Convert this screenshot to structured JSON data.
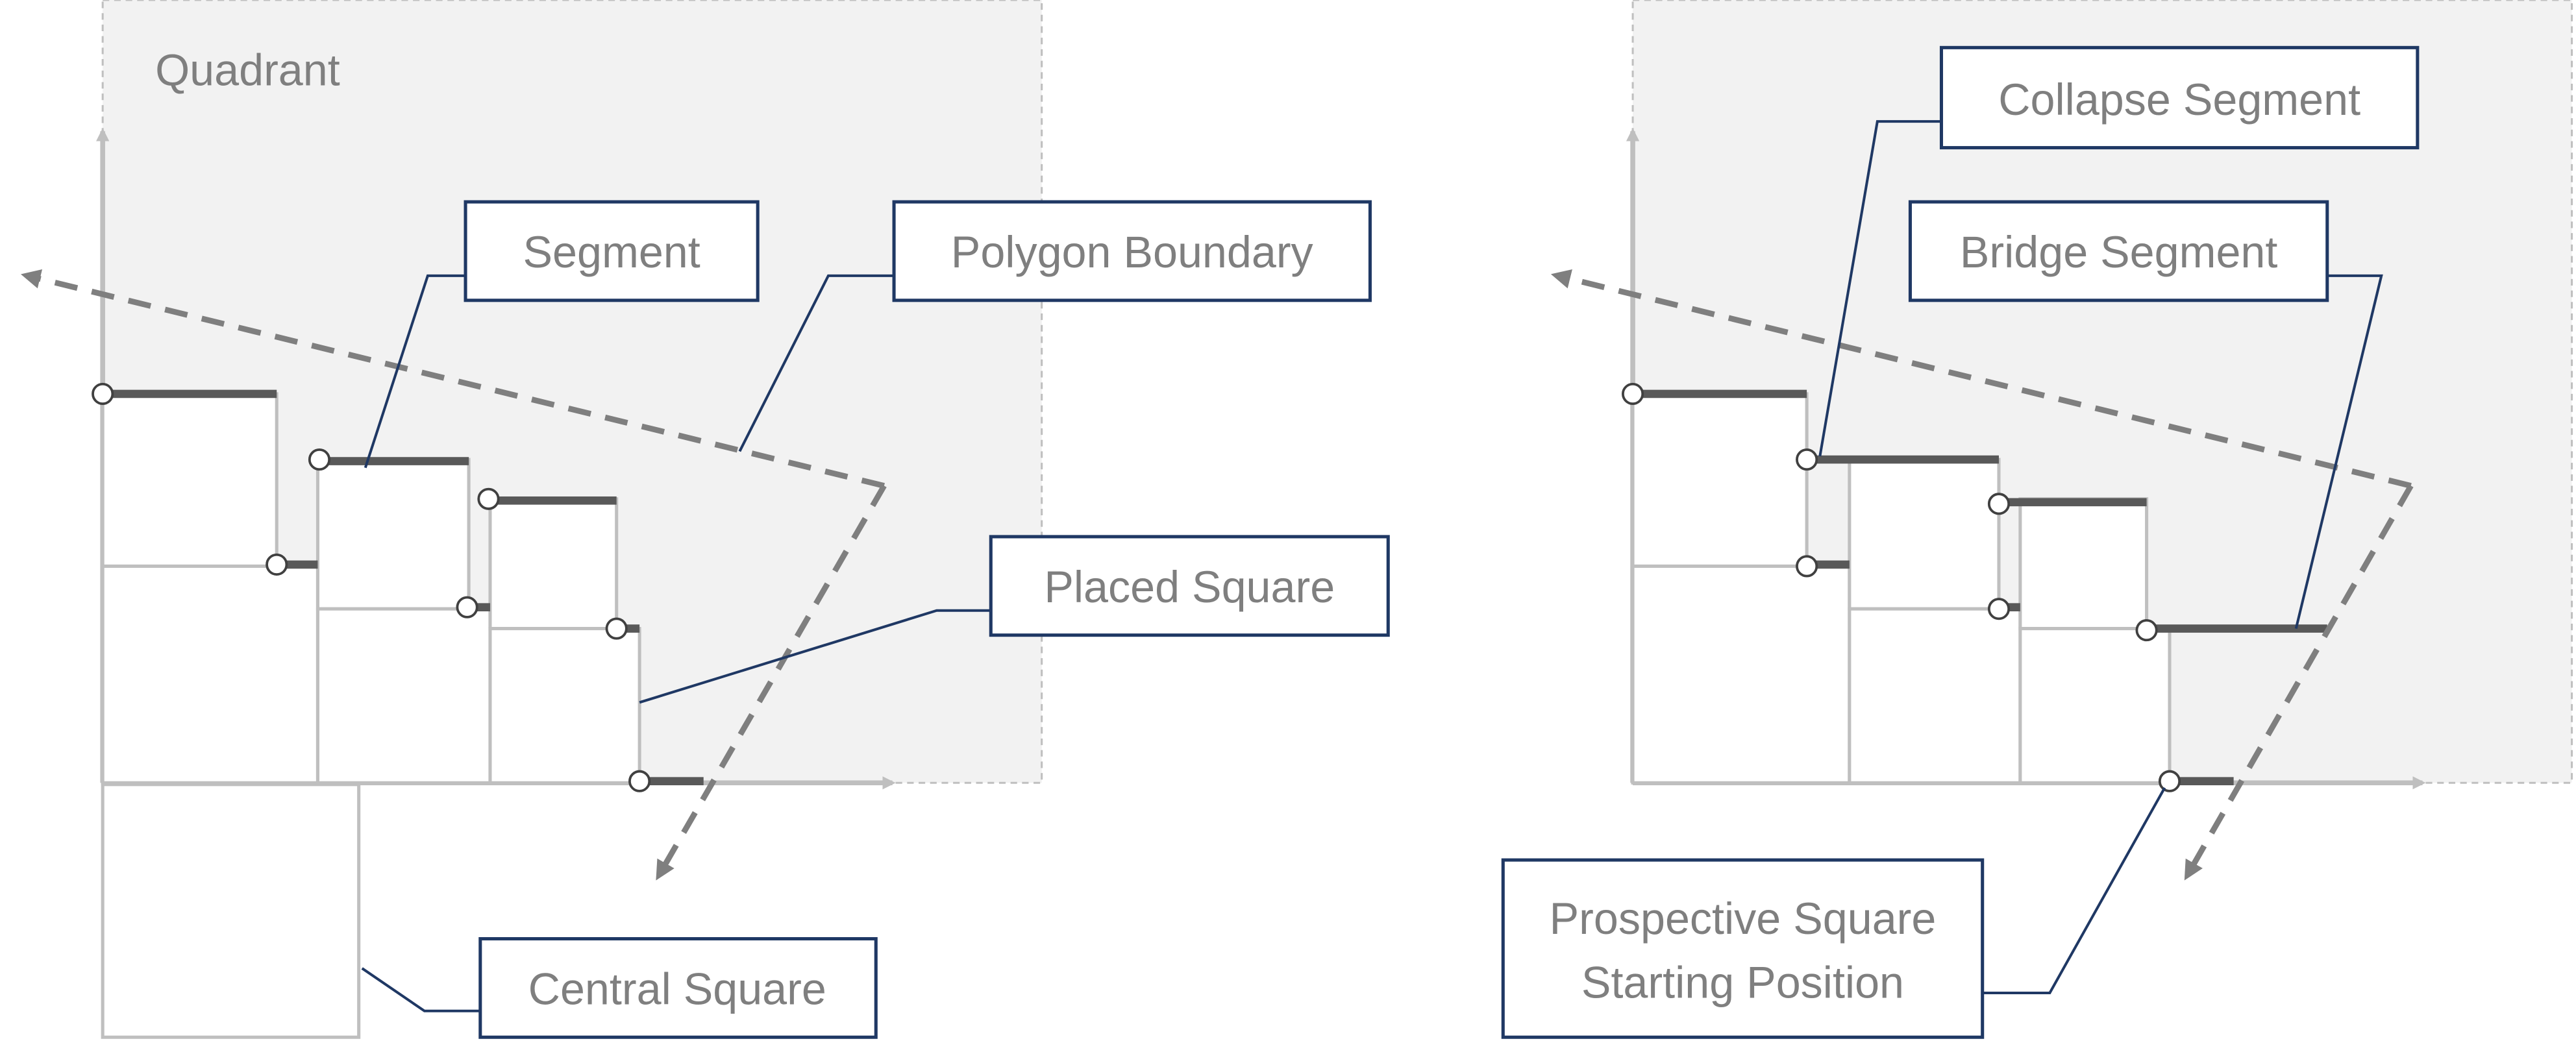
{
  "left_panel": {
    "quadrant_label": "Quadrant",
    "callouts": {
      "segment": "Segment",
      "polygon_boundary": "Polygon Boundary",
      "placed_square": "Placed Square",
      "central_square": "Central Square"
    }
  },
  "right_panel": {
    "callouts": {
      "collapse_segment": "Collapse Segment",
      "bridge_segment": "Bridge Segment",
      "prospective_line1": "Prospective Square",
      "prospective_line2": "Starting Position"
    }
  },
  "colors": {
    "quadrant_fill": "#f2f2f2",
    "square_stroke": "#bfbfbf",
    "segment": "#595959",
    "callout_border": "#1f3864",
    "text": "#7f7f7f"
  }
}
